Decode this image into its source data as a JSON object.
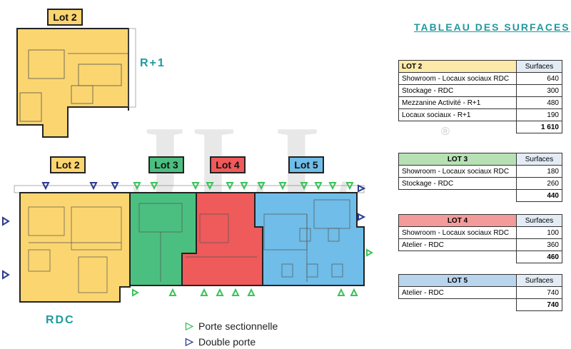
{
  "watermark": {
    "text": "JLL",
    "reg_mark": "®"
  },
  "levels": {
    "upper": "R+1",
    "ground": "RDC"
  },
  "plan_labels": {
    "upper_lot2": "Lot 2",
    "ground": [
      "Lot 2",
      "Lot 3",
      "Lot 4",
      "Lot 5"
    ]
  },
  "colors": {
    "lot2": "#fbd56f",
    "lot3": "#4bbf80",
    "lot4": "#ef5a5a",
    "lot5": "#6fbde8",
    "title_teal": "#1f9aa0",
    "sectional_door_arrow": "#3cc25c",
    "double_door_arrow": "#2b3b8f"
  },
  "surfaces_title": "TABLEAU DES SURFACES",
  "tables": [
    {
      "header": "LOT 2",
      "surf_header": "Surfaces",
      "header_color": "#fde9a9",
      "rows": [
        {
          "label": "Showroom - Locaux sociaux RDC",
          "value": "640"
        },
        {
          "label": "Stockage - RDC",
          "value": "300"
        },
        {
          "label": "Mezzanine Activité - R+1",
          "value": "480"
        },
        {
          "label": "Locaux sociaux - R+1",
          "value": "190"
        }
      ],
      "total": "1 610"
    },
    {
      "header": "LOT 3",
      "surf_header": "Surfaces",
      "header_color": "#b7e1b4",
      "rows": [
        {
          "label": "Showroom - Locaux sociaux RDC",
          "value": "180"
        },
        {
          "label": "Stockage - RDC",
          "value": "260"
        }
      ],
      "total": "440"
    },
    {
      "header": "LOT 4",
      "surf_header": "Surfaces",
      "header_color": "#f39a9a",
      "rows": [
        {
          "label": "Showroom - Locaux sociaux RDC",
          "value": "100"
        },
        {
          "label": "Atelier - RDC",
          "value": "360"
        }
      ],
      "total": "460"
    },
    {
      "header": "LOT 5",
      "surf_header": "Surfaces",
      "header_color": "#b9d5ee",
      "rows": [
        {
          "label": "Atelier - RDC",
          "value": "740"
        }
      ],
      "total": "740"
    }
  ],
  "legend": [
    {
      "icon": "green-arrow-icon",
      "symbol": "▷",
      "label": "Porte sectionnelle"
    },
    {
      "icon": "blue-arrow-icon",
      "symbol": "▷",
      "label": "Double porte"
    }
  ]
}
